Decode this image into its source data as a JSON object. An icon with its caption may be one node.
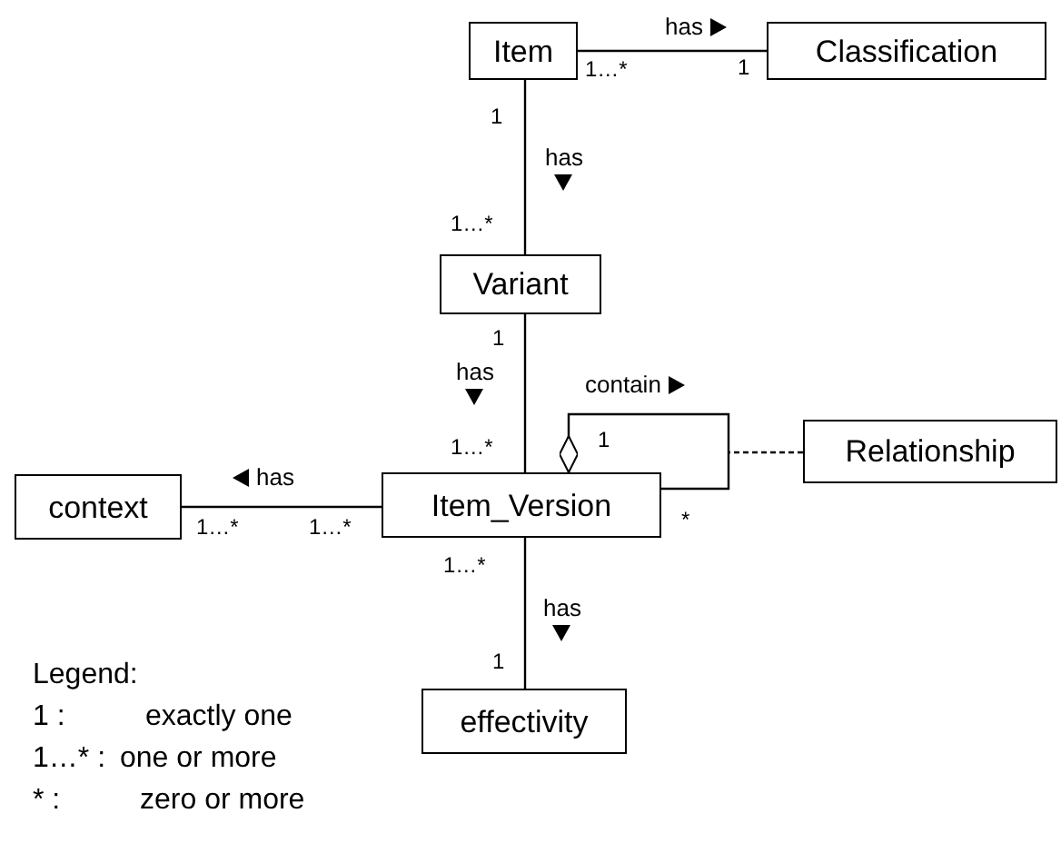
{
  "diagram": {
    "nodes": [
      {
        "text": [
          "Item"
        ]
      },
      {
        "text": [
          "Classification"
        ]
      },
      {
        "text": [
          "Variant"
        ]
      },
      {
        "text": [
          "Item_Version"
        ]
      },
      {
        "text": [
          "context"
        ]
      },
      {
        "text": [
          "Relationship"
        ]
      },
      {
        "text": [
          "effectivity"
        ]
      }
    ],
    "edges": [
      {
        "from": 0,
        "to": 1,
        "arrow": "none",
        "label": "has"
      },
      {
        "from": 0,
        "to": 2,
        "arrow": "none",
        "label": "has"
      },
      {
        "from": 2,
        "to": 3,
        "arrow": "none",
        "label": "has"
      },
      {
        "from": 3,
        "to": 4,
        "arrow": "none",
        "label": "has"
      },
      {
        "from": 3,
        "to": 3,
        "arrow": "other",
        "label": "contain"
      },
      {
        "from": 5,
        "to": null,
        "arrow": "none",
        "style": "dashed"
      },
      {
        "from": 3,
        "to": 6,
        "arrow": "none",
        "label": "has"
      }
    ],
    "labels": [
      "1…*",
      "1",
      "1",
      "1…*",
      "1",
      "1…*",
      "1",
      "1…*",
      "1…*",
      "*",
      "1…*",
      "1",
      "Legend:",
      "1 :",
      "exactly one",
      "1…* :",
      "one or more",
      "* :",
      "zero or more"
    ]
  }
}
